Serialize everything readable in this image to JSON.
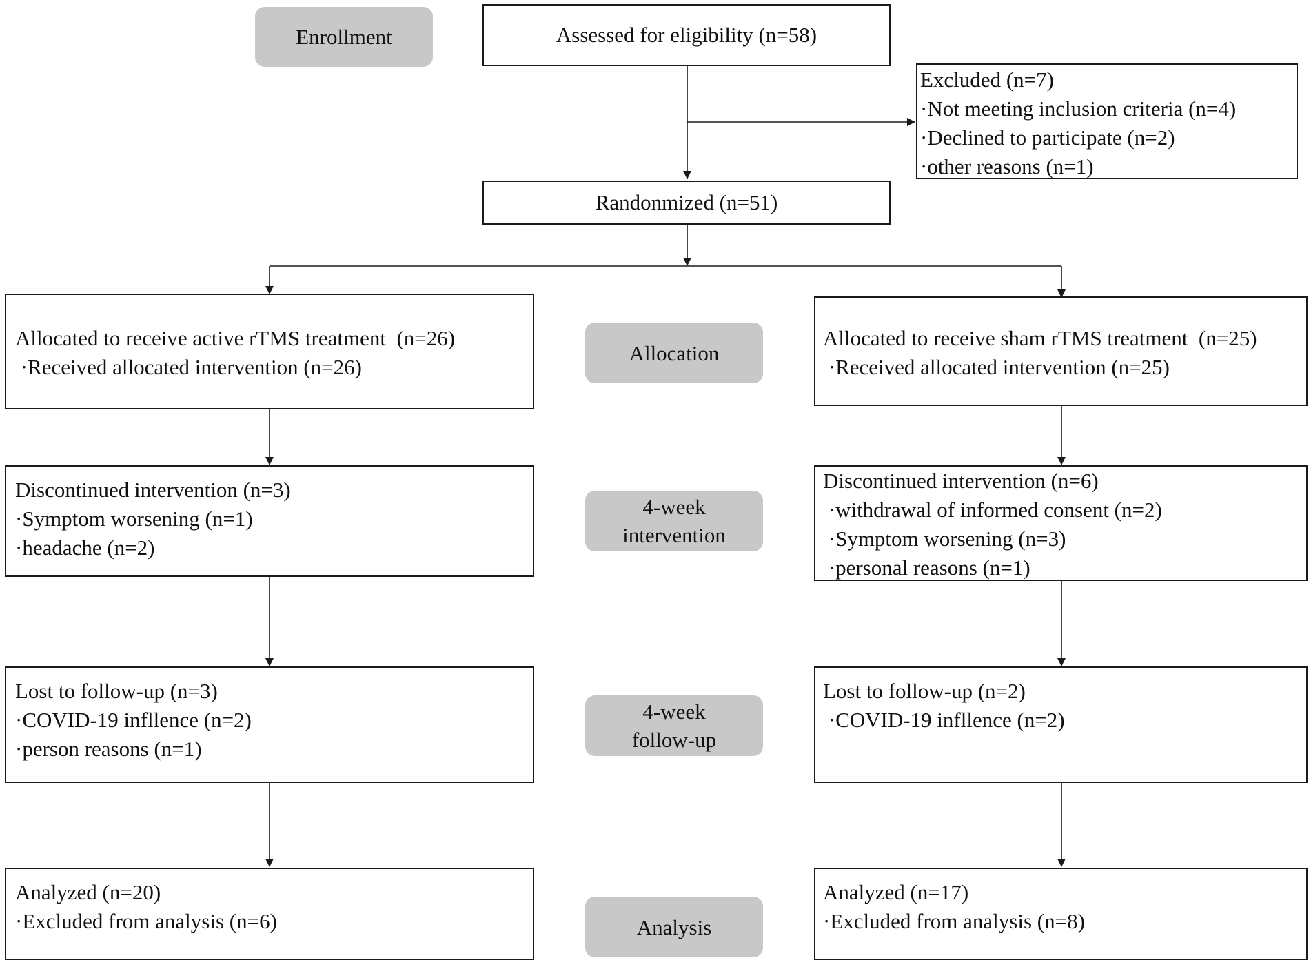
{
  "stages": {
    "enrollment": "Enrollment",
    "allocation": "Allocation",
    "intervention": [
      "4-week",
      "intervention"
    ],
    "followup": [
      "4-week",
      "follow-up"
    ],
    "analysis": "Analysis"
  },
  "assessed": "Assessed for eligibility (n=58)",
  "excluded": {
    "title": "Excluded (n=7)",
    "items": [
      "·Not meeting inclusion criteria (n=4)",
      "·Declined to participate (n=2)",
      "·other reasons (n=1)"
    ]
  },
  "randomized": "Randonmized (n=51)",
  "active_arm": {
    "allocation": [
      "Allocated to receive active rTMS treatment  (n=26)",
      " ·Received allocated intervention (n=26)"
    ],
    "discontinued": [
      "Discontinued intervention (n=3)",
      "·Symptom worsening (n=1)",
      "·headache (n=2)"
    ],
    "lost": [
      "Lost to follow-up (n=3)",
      "·COVID-19 infllence (n=2)",
      "·person reasons (n=1)"
    ],
    "analyzed": [
      "Analyzed (n=20)",
      "·Excluded from analysis (n=6)"
    ]
  },
  "sham_arm": {
    "allocation": [
      "Allocated to receive sham rTMS treatment  (n=25)",
      " ·Received allocated intervention (n=25)"
    ],
    "discontinued": [
      "Discontinued intervention (n=6)",
      " ·withdrawal of informed consent (n=2)",
      " ·Symptom worsening (n=3)",
      " ·personal reasons (n=1)"
    ],
    "lost": [
      "Lost to follow-up (n=2)",
      " ·COVID-19 infllence (n=2)"
    ],
    "analyzed": [
      "Analyzed (n=17)",
      "·Excluded from analysis (n=8)"
    ]
  },
  "colors": {
    "stage_fill": "#c8c8c8",
    "line": "#1a1a1a"
  }
}
